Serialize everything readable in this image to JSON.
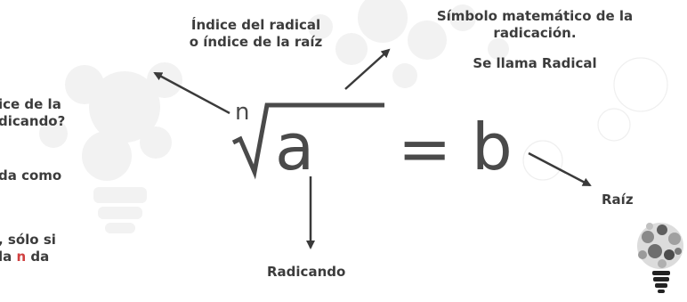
{
  "labels": {
    "index_line1": "Índice del radical",
    "index_line2": "o índice de la raíz",
    "symbol_line1": "Símbolo matemático de la",
    "symbol_line2": "radicación.",
    "symbol_name": "Se llama Radical",
    "radicand": "Radicando",
    "root": "Raíz"
  },
  "left_text": {
    "line1": "ice de la",
    "line2": "dicando?",
    "line3": "da como",
    "line4": ", sólo si",
    "line5_pre": "la ",
    "line5_n": "n",
    "line5_post": " da"
  },
  "formula": {
    "index": "n",
    "radicand": "a",
    "equals": "=",
    "result": "b"
  },
  "colors": {
    "text": "#3c3c3c",
    "formula": "#4a4a4a",
    "arrow": "#3a3a3a",
    "background_art": "#f1f1f1",
    "highlight_n": "#d04040"
  },
  "icons": {
    "background": "lightbulb-icon",
    "corner": "colorful-lightbulb-icon"
  }
}
